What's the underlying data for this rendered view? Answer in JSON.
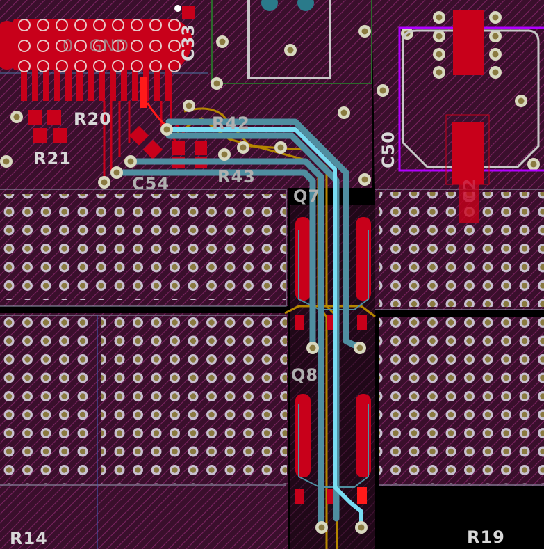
{
  "board": {
    "colors": {
      "background": "#000000",
      "copper_zone": "#3a0f2c",
      "hatch": "#7a2360",
      "pad_red": "#c8001a",
      "pad_bright": "#ff1a1a",
      "via_ring": "#d8d8c0",
      "via_hole": "#8a7a40",
      "track_teal": "#4f8ea0",
      "track_highlight": "#78dcf2",
      "track_amber": "#b48600",
      "outline_white": "#c8c8c8",
      "outline_magenta": "#b000ff",
      "label_text": "#d8d8d8"
    },
    "layers": [
      "F.Cu",
      "B.Cu",
      "F.Silkscreen"
    ]
  },
  "labels": {
    "r20": "R20",
    "r21": "R21",
    "r42": "R42",
    "r43": "R43",
    "c54": "C54",
    "c33": "C33",
    "c50": "C50",
    "q7": "Q7",
    "q8": "Q8",
    "r14": "R14",
    "r19": "R19",
    "gnd": "GND",
    "connector_zero": "0",
    "c2": "C2"
  }
}
